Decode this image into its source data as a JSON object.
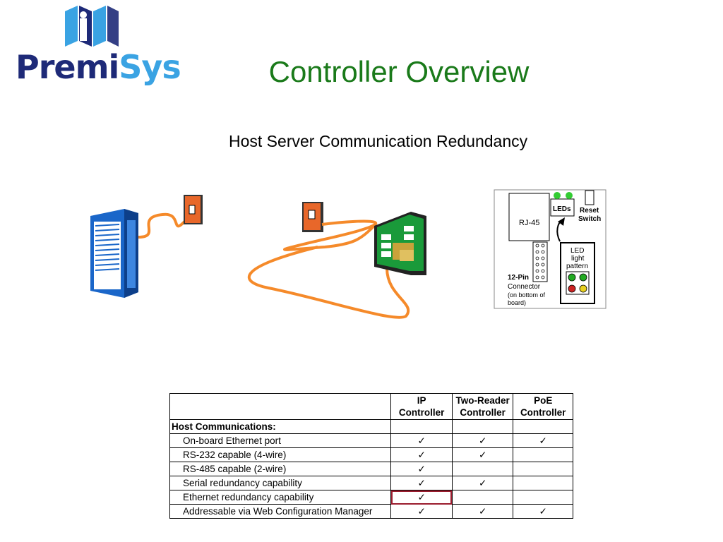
{
  "logo": {
    "part1": "Premi",
    "part2": "Sys"
  },
  "title": "Controller Overview",
  "subtitle": "Host Server Communication Redundancy",
  "board": {
    "rj45": "RJ-45",
    "leds": "LEDs",
    "reset1": "Reset",
    "reset2": "Switch",
    "pattern1": "LED",
    "pattern2": "light",
    "pattern3": "pattern",
    "conn1": "12-Pin",
    "conn2": "Connector",
    "conn3": "(on bottom of",
    "conn4": "board)"
  },
  "table": {
    "headers": {
      "ip1": "IP",
      "ip2": "Controller",
      "two1": "Two-Reader",
      "two2": "Controller",
      "poe1": "PoE",
      "poe2": "Controller"
    },
    "group": "Host Communications:",
    "rows": [
      {
        "label": "On-board Ethernet port",
        "ip": "✓",
        "two": "✓",
        "poe": "✓"
      },
      {
        "label": "RS-232 capable (4-wire)",
        "ip": "✓",
        "two": "✓",
        "poe": ""
      },
      {
        "label": "RS-485 capable (2-wire)",
        "ip": "✓",
        "two": "",
        "poe": ""
      },
      {
        "label": "Serial redundancy capability",
        "ip": "✓",
        "two": "✓",
        "poe": ""
      },
      {
        "label": "Ethernet redundancy capability",
        "ip": "✓",
        "two": "",
        "poe": ""
      },
      {
        "label": "Addressable via Web Configuration Manager",
        "ip": "✓",
        "two": "✓",
        "poe": "✓"
      }
    ]
  },
  "colors": {
    "title": "#1a7a1a",
    "highlight": "#9b1c2e",
    "cable": "#f58a2a"
  }
}
